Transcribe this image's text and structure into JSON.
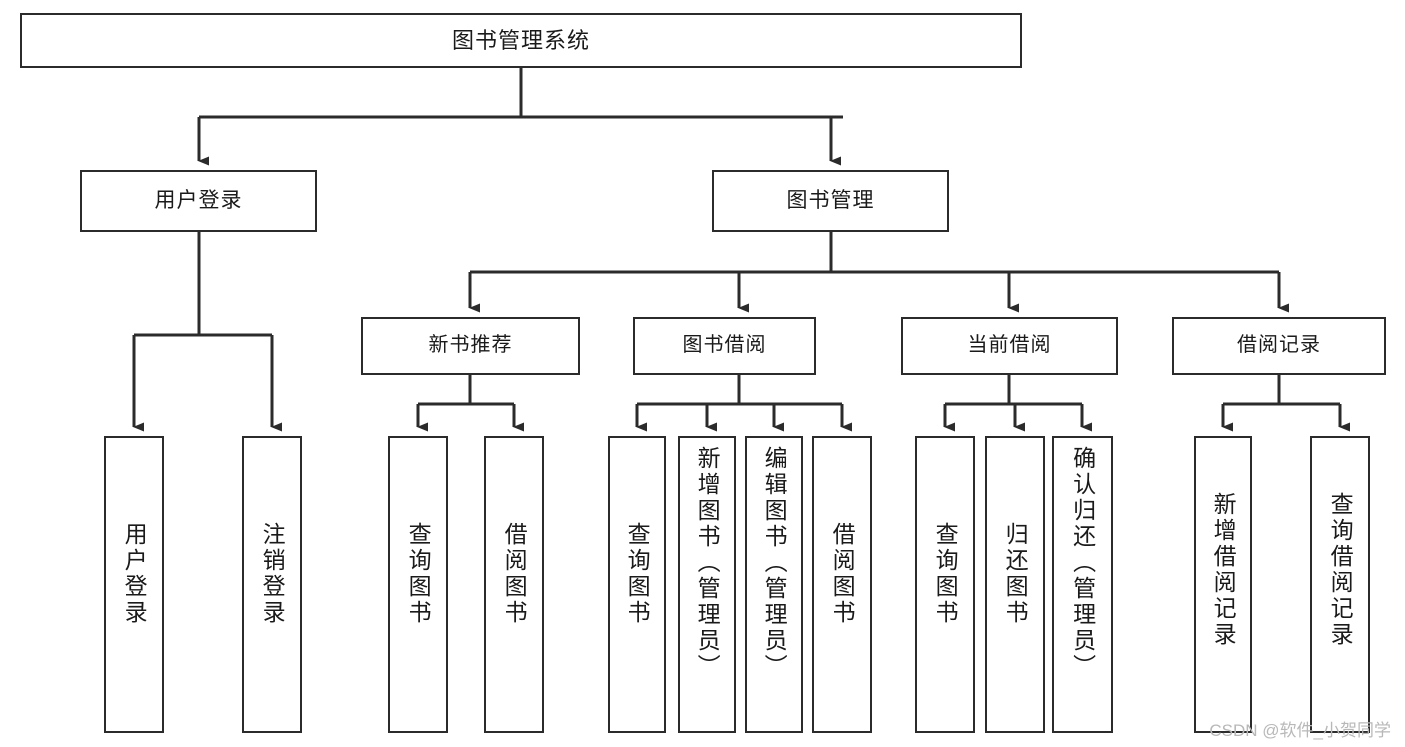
{
  "diagram": {
    "title": "图书管理系统",
    "type": "tree",
    "watermark": "CSDN @软件_小贺同学",
    "line_color": "#2b2b2b",
    "box_fill": "#ffffff",
    "text_color": "#1a1a1a",
    "root": {
      "label": "图书管理系统"
    },
    "level2": [
      {
        "id": "user-login",
        "label": "用户登录"
      },
      {
        "id": "book-manage",
        "label": "图书管理"
      }
    ],
    "level3": [
      {
        "id": "new-book-rec",
        "label": "新书推荐"
      },
      {
        "id": "book-borrow",
        "label": "图书借阅"
      },
      {
        "id": "current-loan",
        "label": "当前借阅"
      },
      {
        "id": "loan-record",
        "label": "借阅记录"
      }
    ],
    "leaves": {
      "user_login": [
        {
          "id": "leaf-user-login",
          "label": "用户登录"
        },
        {
          "id": "leaf-user-logout",
          "label": "注销登录"
        }
      ],
      "new_book_rec": [
        {
          "id": "leaf-query-book-1",
          "label": "查询图书"
        },
        {
          "id": "leaf-borrow-book-1",
          "label": "借阅图书"
        }
      ],
      "book_borrow": [
        {
          "id": "leaf-query-book-2",
          "label": "查询图书"
        },
        {
          "id": "leaf-add-book",
          "label": "新增图书（管理员）"
        },
        {
          "id": "leaf-edit-book",
          "label": "编辑图书（管理员）"
        },
        {
          "id": "leaf-borrow-book-2",
          "label": "借阅图书"
        }
      ],
      "current_loan": [
        {
          "id": "leaf-query-book-3",
          "label": "查询图书"
        },
        {
          "id": "leaf-return-book",
          "label": "归还图书"
        },
        {
          "id": "leaf-confirm-return",
          "label": "确认归还（管理员）"
        }
      ],
      "loan_record": [
        {
          "id": "leaf-add-loan-record",
          "label": "新增借阅记录"
        },
        {
          "id": "leaf-query-loan-record",
          "label": "查询借阅记录"
        }
      ]
    }
  }
}
